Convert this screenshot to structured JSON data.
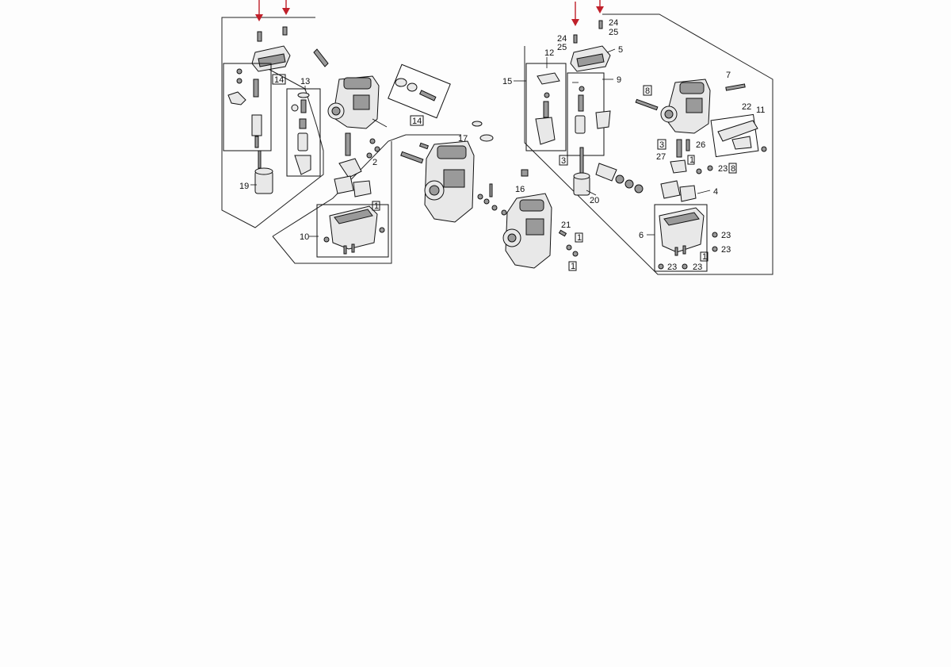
{
  "colors": {
    "arrow": "#c0202a",
    "ink": "#111111",
    "paper": "#fdfdfd"
  },
  "labels": {
    "n1a": "1",
    "n1b": "1",
    "n1c": "1",
    "n1d": "1",
    "n1e": "1",
    "n2": "2",
    "n3a": "3",
    "n3b": "3",
    "n4": "4",
    "n5": "5",
    "n6": "6",
    "n7": "7",
    "n8a": "8",
    "n8b": "8",
    "n9": "9",
    "n10": "10",
    "n11": "11",
    "n12": "12",
    "n13": "13",
    "n14a": "14",
    "n14b": "14",
    "n15": "15",
    "n16": "16",
    "n17": "17",
    "n19": "19",
    "n20": "20",
    "n21": "21",
    "n22": "22",
    "n23a": "23",
    "n23b": "23",
    "n23c": "23",
    "n23d": "23",
    "n23e": "23",
    "n24a": "24",
    "n24b": "24",
    "n25a": "25",
    "n25b": "25",
    "n26": "26",
    "n27": "27"
  },
  "markers": [
    "down-arrow",
    "down-arrow",
    "down-arrow",
    "down-arrow"
  ]
}
